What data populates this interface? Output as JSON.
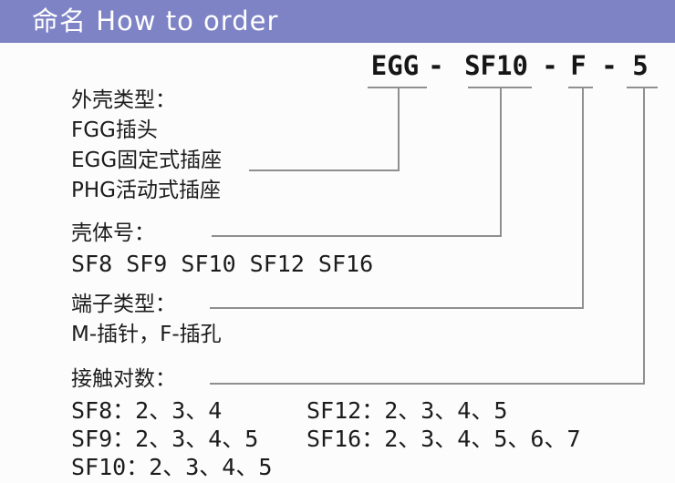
{
  "header": {
    "title": "命名 How to order"
  },
  "order_code": {
    "shell": "EGG",
    "sep1": "-",
    "size": "SF10",
    "sep2": "-",
    "terminal": "F",
    "sep3": "-",
    "contacts": "5"
  },
  "shell_type": {
    "label": "外壳类型：",
    "items": [
      "FGG插头",
      "EGG固定式插座",
      "PHG活动式插座"
    ]
  },
  "shell_size": {
    "label": "壳体号：",
    "values": "SF8 SF9 SF10 SF12 SF16"
  },
  "terminal_type": {
    "label": "端子类型：",
    "values": "M-插针，F-插孔"
  },
  "contact_pairs": {
    "label": "接触对数：",
    "rows": [
      {
        "c1": "SF8：2、3、4",
        "c2": "SF12：2、3、4、5"
      },
      {
        "c1": "SF9：2、3、4、5",
        "c2": "SF16：2、3、4、5、6、7"
      },
      {
        "c1": "SF10：2、3、4、5",
        "c2": ""
      }
    ]
  },
  "colors": {
    "header_bg": "#7e83c5",
    "header_text": "#ffffff",
    "connector_line": "#8f8f8f",
    "body_text": "#1c1c1c"
  }
}
